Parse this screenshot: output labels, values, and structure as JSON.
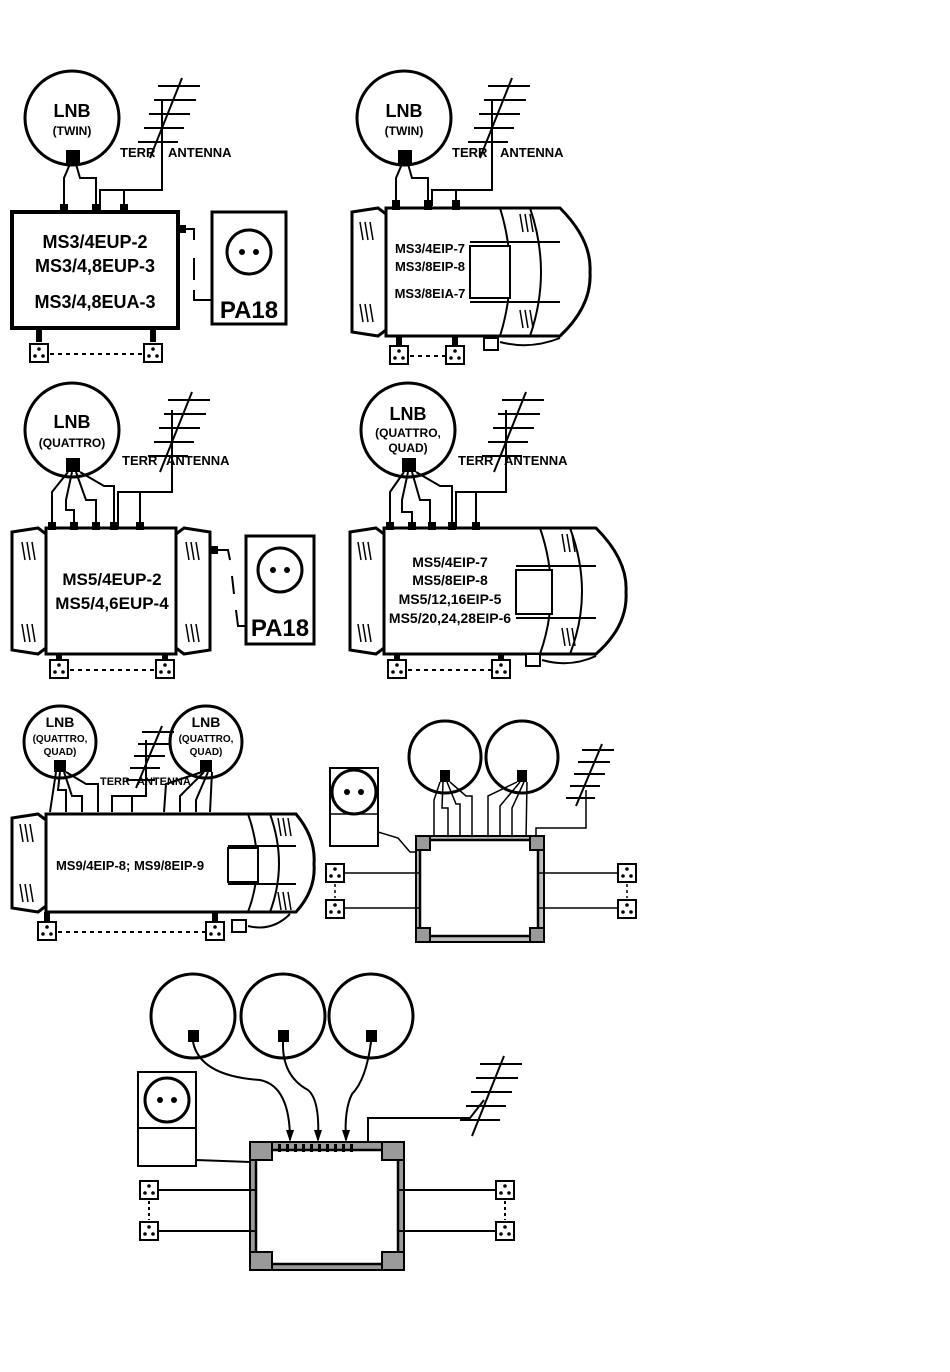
{
  "labels": {
    "lnb": "LNB",
    "twin": "(TWIN)",
    "quattro": "(QUATTRO)",
    "quattro_quad_1": "(QUATTRO,",
    "quattro_quad_2": "QUAD)",
    "terr": "TERR",
    "antenna": "ANTENNA",
    "pa18": "PA18"
  },
  "diagrams": {
    "d1": {
      "models": [
        "MS3/4EUP-2",
        "MS3/4,8EUP-3",
        "MS3/4,8EUA-3"
      ]
    },
    "d2": {
      "models": [
        "MS3/4EIP-7",
        "MS3/8EIP-8",
        "MS3/8EIA-7"
      ]
    },
    "d3": {
      "models": [
        "MS5/4EUP-2",
        "MS5/4,6EUP-4"
      ]
    },
    "d4": {
      "models": [
        "MS5/4EIP-7",
        "MS5/8EIP-8",
        "MS5/12,16EIP-5",
        "MS5/20,24,28EIP-6"
      ]
    },
    "d5": {
      "models": [
        "MS9/4EIP-8; MS9/8EIP-9"
      ]
    }
  }
}
